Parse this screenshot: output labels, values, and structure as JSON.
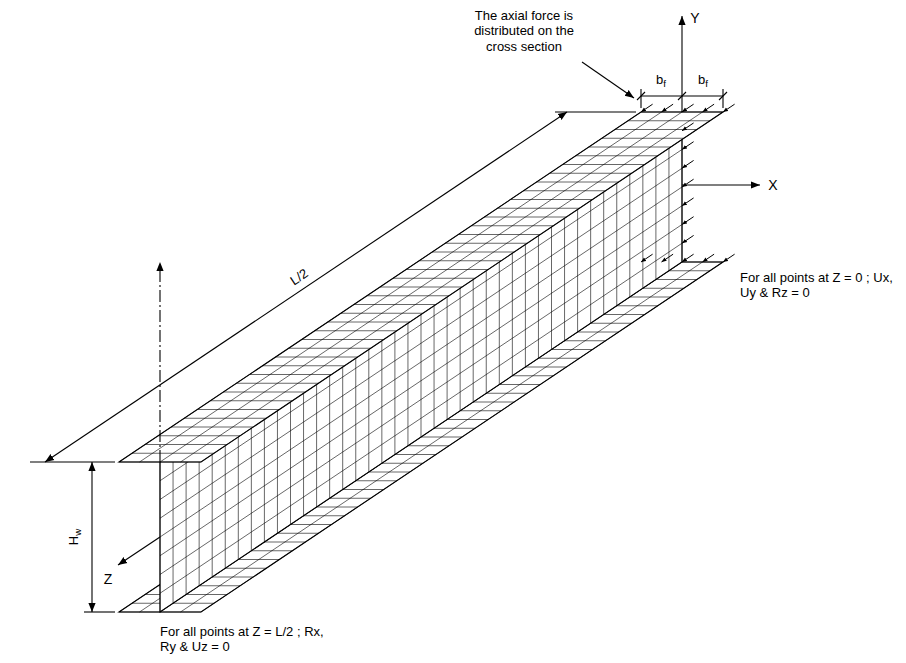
{
  "diagram": {
    "labels": [
      "The axial force is distributed on the cross section",
      "Y",
      "X",
      "Z",
      "bf",
      "bf",
      "L/2",
      "Hw",
      "For all points at Z = 0 ; Ux, Uy & Rz = 0",
      "For all points at Z = L/2 ; Rx, Ry & Uz = 0"
    ]
  }
}
